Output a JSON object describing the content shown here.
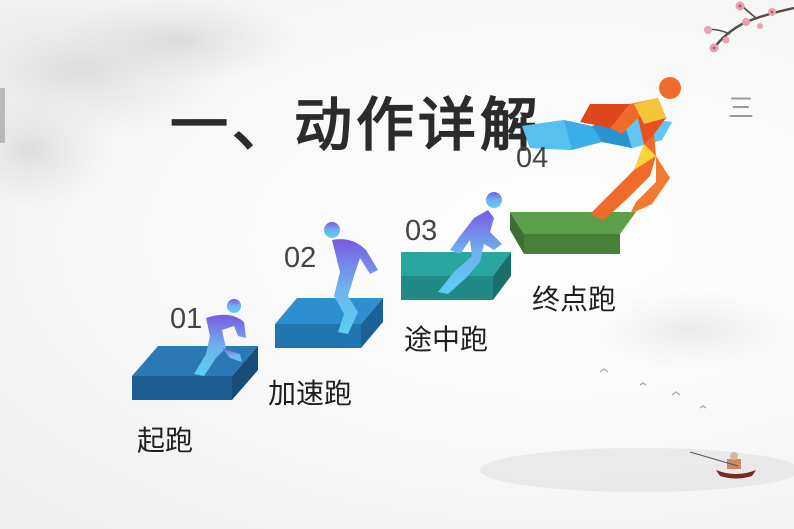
{
  "slide": {
    "title": "一、动作详解",
    "menu_glyph": "三",
    "colors": {
      "step1": "#2a79b5",
      "step2": "#2d8fd0",
      "step3": "#2aa6a0",
      "step4": "#5c9e4a",
      "runner_orange": "#f06a2a",
      "banner_blue": "#3aaee8"
    },
    "steps": [
      {
        "number": "01",
        "label": "起跑",
        "icon": "runner-start-icon"
      },
      {
        "number": "02",
        "label": "加速跑",
        "icon": "runner-accelerate-icon"
      },
      {
        "number": "03",
        "label": "途中跑",
        "icon": "runner-midway-icon"
      },
      {
        "number": "04",
        "label": "终点跑",
        "icon": "runner-finish-icon"
      }
    ]
  }
}
